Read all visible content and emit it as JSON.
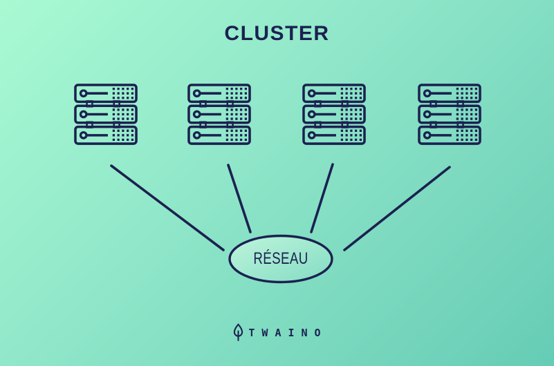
{
  "title": "CLUSTER",
  "network": {
    "label": "RÉSEAU"
  },
  "servers": [
    {
      "name": "server-rack-1",
      "units": 3
    },
    {
      "name": "server-rack-2",
      "units": 3
    },
    {
      "name": "server-rack-3",
      "units": 3
    },
    {
      "name": "server-rack-4",
      "units": 3
    }
  ],
  "diagram": {
    "type": "star-topology",
    "nodes": [
      "server-rack-1",
      "server-rack-2",
      "server-rack-3",
      "server-rack-4",
      "network-hub"
    ],
    "edges": [
      [
        "server-rack-1",
        "network-hub"
      ],
      [
        "server-rack-2",
        "network-hub"
      ],
      [
        "server-rack-3",
        "network-hub"
      ],
      [
        "server-rack-4",
        "network-hub"
      ]
    ]
  },
  "footer": {
    "brand": "TWAINO",
    "icon": "leaf-icon"
  },
  "colors": {
    "ink": "#1b2150",
    "background_gradient_start": "#a9fad3",
    "background_gradient_end": "#66ccb5",
    "ellipse_fill_start": "#bff5dc",
    "ellipse_fill_end": "#82dcc3"
  }
}
